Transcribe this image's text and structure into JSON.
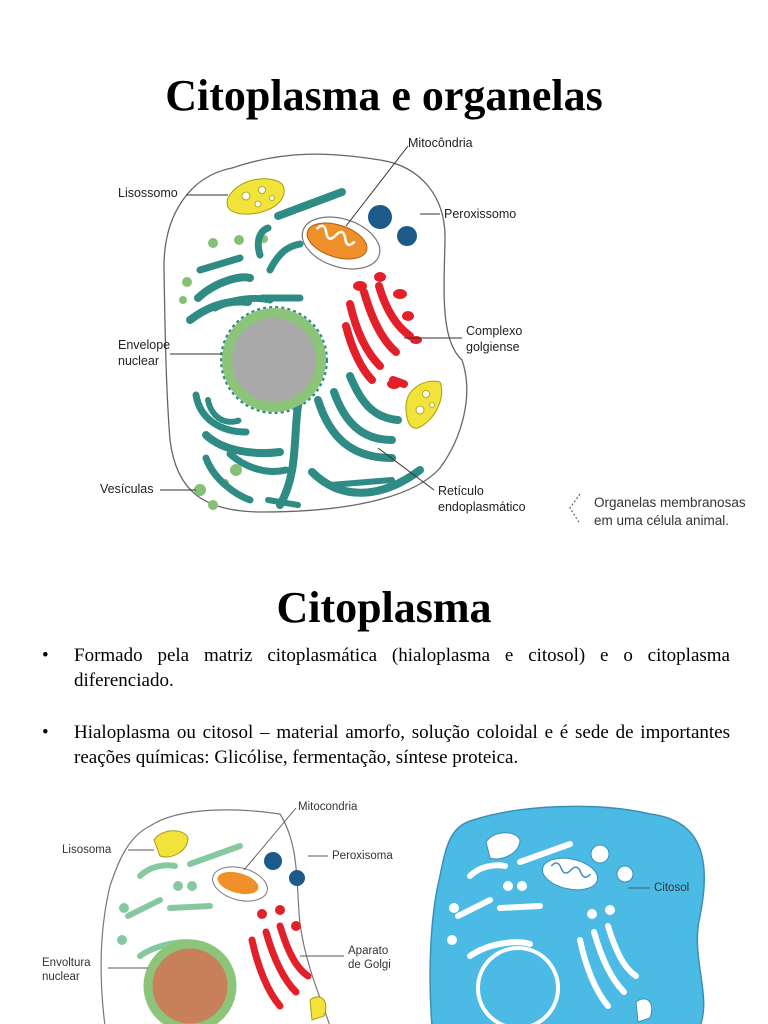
{
  "slide1": {
    "title": "Citoplasma e organelas",
    "labels": {
      "mitocondria": "Mitocôndria",
      "lisossomo": "Lisossomo",
      "peroxissomo": "Peroxissomo",
      "complexo_l1": "Complexo",
      "complexo_l2": "golgiense",
      "envelope_l1": "Envelope",
      "envelope_l2": "nuclear",
      "vesiculas": "Vesículas",
      "reticulo_l1": "Retículo",
      "reticulo_l2": "endoplasmático"
    },
    "caption_l1": "Organelas membranosas",
    "caption_l2": "em uma célula animal.",
    "colors": {
      "golgi": "#e3202a",
      "reticulum": "#2f8c84",
      "envelope": "#8cc57a",
      "nucleus": "#a9a9a9",
      "lysosome": "#f2e33a",
      "mitochondria": "#f0902a",
      "peroxisome": "#1c5a8a",
      "vesicle": "#86bf76"
    }
  },
  "slide2": {
    "title": "Citoplasma",
    "bullets": [
      "Formado pela matriz citoplasmática (hialoplasma e citosol) e o citoplasma diferenciado.",
      "Hialoplasma ou citosol – material amorfo, solução coloidal e é sede de importantes reações químicas: Glicólise, fermentação, síntese proteica."
    ],
    "labels": {
      "mitocondria": "Mitocondria",
      "lisosoma": "Lisosoma",
      "peroxisoma": "Peroxisoma",
      "citosol": "Citosol",
      "aparato_l1": "Aparato",
      "aparato_l2": "de Golgi",
      "envoltura_l1": "Envoltura",
      "envoltura_l2": "nuclear"
    },
    "colors": {
      "cytosol": "#4bbbe6",
      "nucleus": "#c8805a"
    }
  }
}
